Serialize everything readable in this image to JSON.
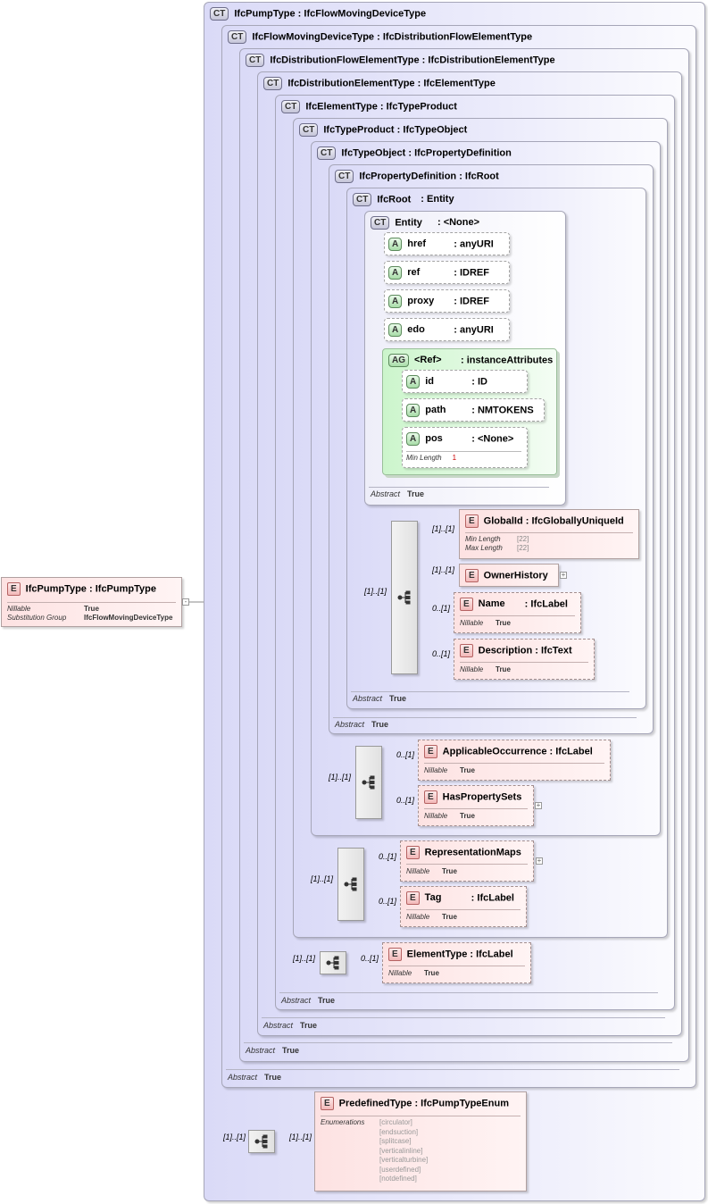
{
  "root_element": {
    "name": "IfcPumpType",
    "type": ": IfcPumpType",
    "nillable_label": "Nillable",
    "nillable_value": "True",
    "subgroup_label": "Substitution Group",
    "subgroup_value": "IfcFlowMovingDeviceType"
  },
  "types": [
    {
      "name": "IfcPumpType",
      "base": ": IfcFlowMovingDeviceType"
    },
    {
      "name": "IfcFlowMovingDeviceType",
      "base": ": IfcDistributionFlowElementType"
    },
    {
      "name": "IfcDistributionFlowElementType",
      "base": ": IfcDistributionElementType"
    },
    {
      "name": "IfcDistributionElementType",
      "base": ": IfcElementType"
    },
    {
      "name": "IfcElementType",
      "base": ": IfcTypeProduct"
    },
    {
      "name": "IfcTypeProduct",
      "base": ": IfcTypeObject"
    },
    {
      "name": "IfcTypeObject",
      "base": ": IfcPropertyDefinition"
    },
    {
      "name": "IfcPropertyDefinition",
      "base": ": IfcRoot"
    },
    {
      "name": "IfcRoot",
      "base": ": Entity"
    },
    {
      "name": "Entity",
      "base": ": <None>"
    }
  ],
  "badges": {
    "complex": "CT",
    "attribute": "A",
    "attribute_group": "AG",
    "element": "E"
  },
  "abstract": {
    "label": "Abstract",
    "value": "True"
  },
  "entity_attributes": [
    {
      "name": "href",
      "type": ": anyURI"
    },
    {
      "name": "ref",
      "type": ": IDREF"
    },
    {
      "name": "proxy",
      "type": ": IDREF"
    },
    {
      "name": "edo",
      "type": ": anyURI"
    }
  ],
  "attribute_group": {
    "name": "<Ref>",
    "type": ": instanceAttributes"
  },
  "group_attributes": [
    {
      "name": "id",
      "type": ": ID"
    },
    {
      "name": "path",
      "type": ": NMTOKENS"
    },
    {
      "name": "pos",
      "type": ": <None>",
      "prop_label": "Min Length",
      "prop_value": "1"
    }
  ],
  "root_elements": {
    "globalid": {
      "name": "GlobalId",
      "type": ": IfcGloballyUniqueId",
      "p1": "Min Length",
      "v1": "[22]",
      "p2": "Max Length",
      "v2": "[22]",
      "card": "[1]..[1]"
    },
    "ownerhistory": {
      "name": "OwnerHistory",
      "card": "[1]..[1]"
    },
    "name": {
      "name": "Name",
      "type": ": IfcLabel",
      "card": "0..[1]"
    },
    "description": {
      "name": "Description",
      "type": ": IfcText",
      "card": "0..[1]"
    },
    "seq_card": "[1]..[1]"
  },
  "typeobject_elements": {
    "applicable": {
      "name": "ApplicableOccurrence",
      "type": ": IfcLabel",
      "card": "0..[1]"
    },
    "haspropertysets": {
      "name": "HasPropertySets",
      "card": "0..[1]"
    },
    "seq_card": "[1]..[1]"
  },
  "typeproduct_elements": {
    "representationmaps": {
      "name": "RepresentationMaps",
      "card": "0..[1]"
    },
    "tag": {
      "name": "Tag",
      "type": ": IfcLabel",
      "card": "0..[1]"
    },
    "seq_card": "[1]..[1]"
  },
  "elementtype_elements": {
    "elementtype": {
      "name": "ElementType",
      "type": ": IfcLabel",
      "card": "0..[1]"
    },
    "seq_card": "[1]..[1]"
  },
  "pump_elements": {
    "predefined": {
      "name": "PredefinedType",
      "type": ": IfcPumpTypeEnum",
      "card": "[1]..[1]",
      "enum_label": "Enumerations"
    },
    "enumerations": [
      "[circulator]",
      "[endsuction]",
      "[splitcase]",
      "[verticalinline]",
      "[verticalturbine]",
      "[userdefined]",
      "[notdefined]"
    ],
    "seq_card": "[1]..[1]"
  },
  "nillable": {
    "label": "Nillable",
    "value": "True"
  }
}
